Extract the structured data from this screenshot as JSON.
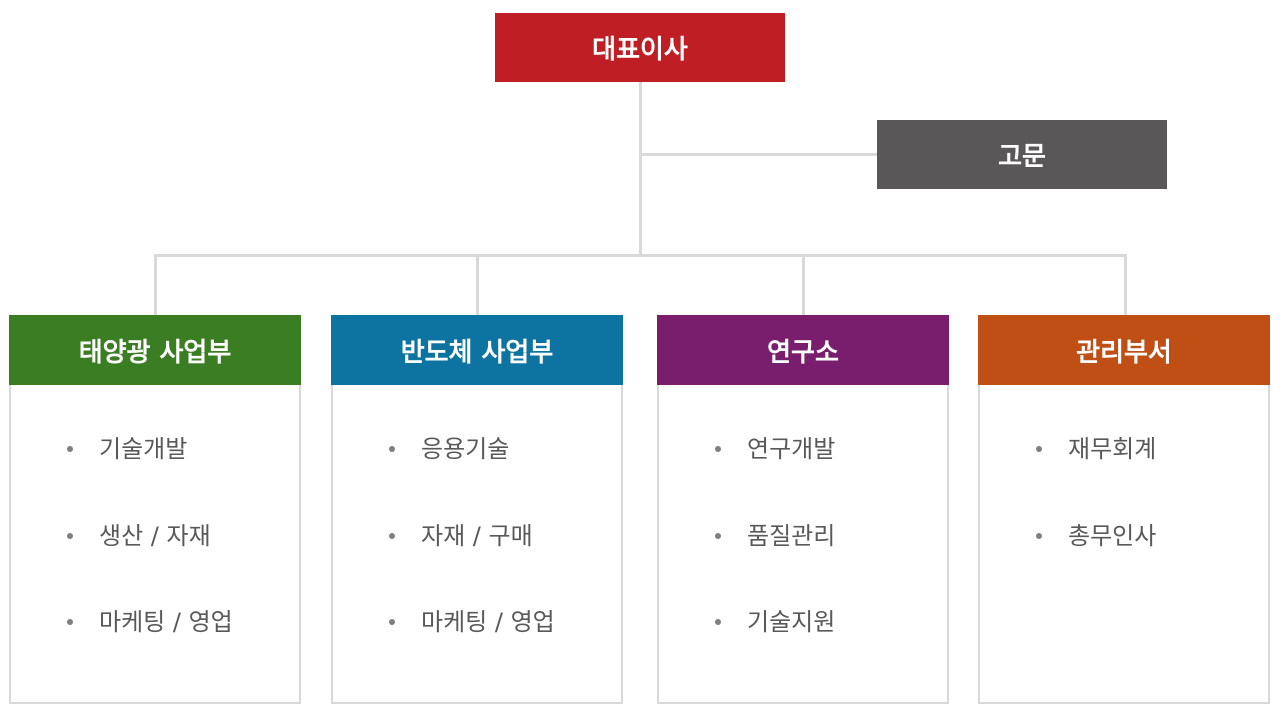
{
  "ceo": {
    "label": "대표이사",
    "color": "#be1e24"
  },
  "advisor": {
    "label": "고문",
    "color": "#595758"
  },
  "departments": [
    {
      "label": "태양광 사업부",
      "color": "#3a7d23",
      "items": [
        "기술개발",
        "생산 / 자재",
        "마케팅 / 영업"
      ]
    },
    {
      "label": "반도체 사업부",
      "color": "#0d73a0",
      "items": [
        "응용기술",
        "자재 / 구매",
        "마케팅 / 영업"
      ]
    },
    {
      "label": "연구소",
      "color": "#791e6d",
      "items": [
        "연구개발",
        "품질관리",
        "기술지원"
      ]
    },
    {
      "label": "관리부서",
      "color": "#c04f15",
      "items": [
        "재무회계",
        "총무인사"
      ]
    }
  ]
}
